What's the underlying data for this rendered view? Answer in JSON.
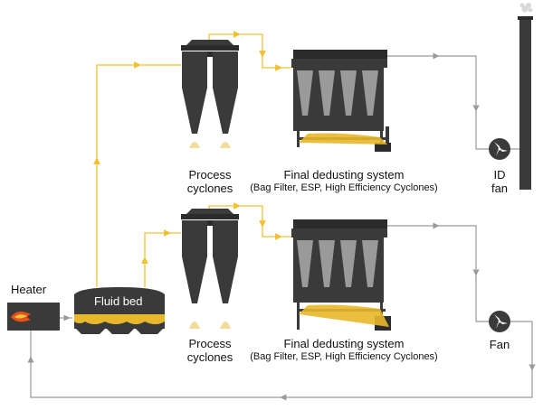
{
  "labels": {
    "heater": "Heater",
    "fluid_bed": "Fluid bed",
    "cyclones_top_line1": "Process",
    "cyclones_top_line2": "cyclones",
    "cyclones_bottom_line1": "Process",
    "cyclones_bottom_line2": "cyclones",
    "dedusting_top_title": "Final dedusting system",
    "dedusting_top_sub": "(Bag Filter, ESP, High Efficiency Cyclones)",
    "dedusting_bottom_title": "Final dedusting system",
    "dedusting_bottom_sub": "(Bag Filter, ESP, High Efficiency Cyclones)",
    "id_fan_line1": "ID",
    "id_fan_line2": "fan",
    "fan": "Fan"
  },
  "colors": {
    "equipment": "#3a3a3a",
    "equipment_dark": "#2b2b2b",
    "hopper_light": "#9a9a9a",
    "product": "#e8b82a",
    "product_light": "#f1dc9a",
    "flow_product": "#f0c030",
    "flow_gas": "#9a9a9a",
    "flame": "#e8501a",
    "stack_smoke": "#d8d8d8"
  },
  "icons": {
    "fan_top": "fan-icon",
    "fan_bottom": "fan-icon",
    "flame": "flame-icon",
    "stack": "chimney-icon"
  }
}
